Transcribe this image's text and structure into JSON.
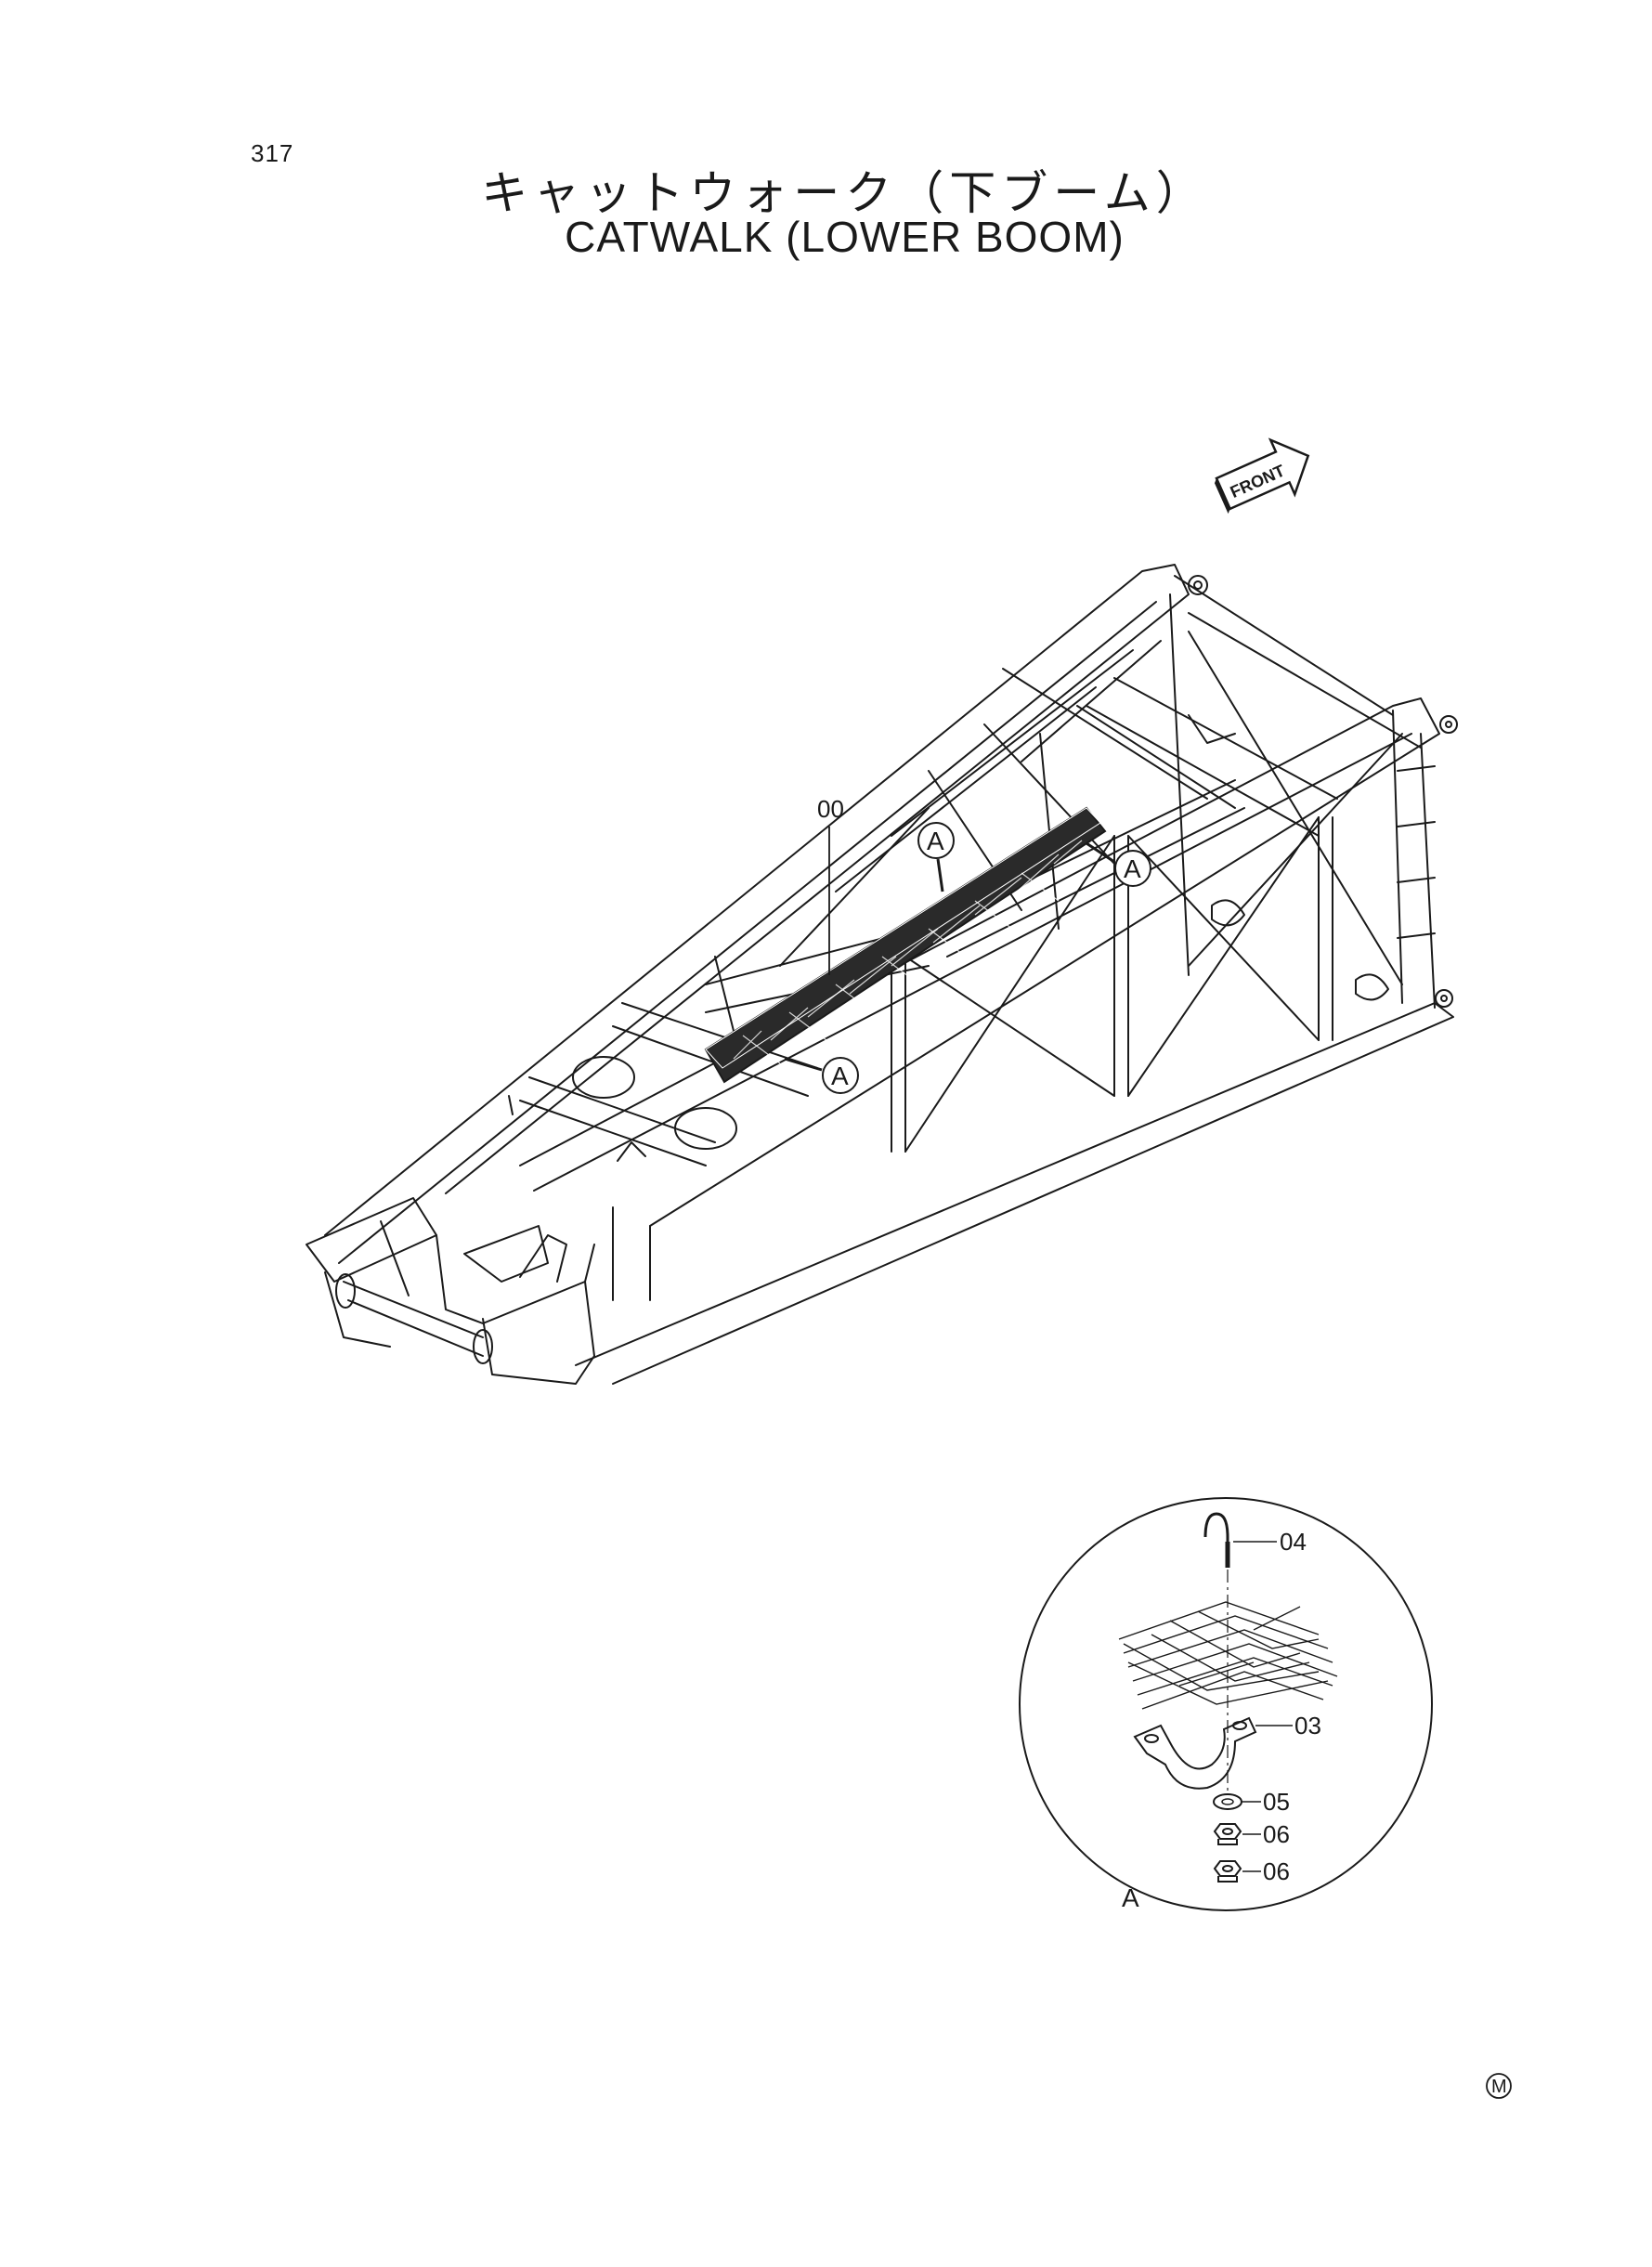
{
  "page": {
    "number": "317",
    "title_ja": "キャットウォーク（下ブーム）",
    "title_en": "CATWALK (LOWER BOOM)"
  },
  "orientation": {
    "front_label": "FRONT"
  },
  "callouts": {
    "catwalk": "00",
    "detail_refs": [
      "A",
      "A",
      "A"
    ]
  },
  "detail": {
    "label": "A",
    "parts": [
      {
        "number": "04",
        "name": "u-bolt-icon"
      },
      {
        "number": "03",
        "name": "clamp-plate-icon"
      },
      {
        "number": "05",
        "name": "washer-icon"
      },
      {
        "number": "06",
        "name": "nut-icon"
      },
      {
        "number": "06",
        "name": "nut-icon"
      }
    ]
  },
  "footer": {
    "mark": "M"
  }
}
